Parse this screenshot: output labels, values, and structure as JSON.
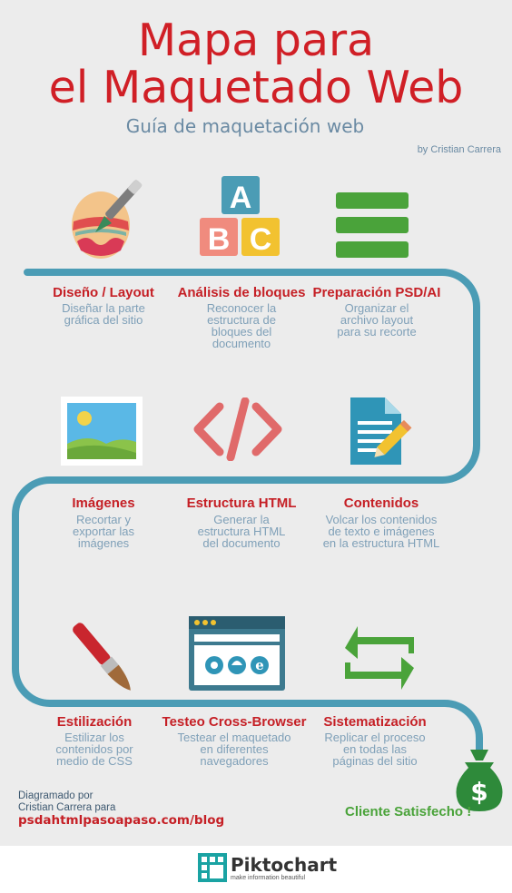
{
  "header": {
    "title_line1": "Mapa para",
    "title_line2": "el Maquetado Web",
    "subtitle": "Guía de maquetación web",
    "byline": "by Cristian Carrera"
  },
  "steps": [
    {
      "title": "Diseño / Layout",
      "desc": [
        "Diseñar la parte",
        "gráfica del sitio"
      ],
      "icon": "egg-paintbrush-icon"
    },
    {
      "title": "Análisis de bloques",
      "desc": [
        "Reconocer la",
        "estructura de",
        "bloques del",
        "documento"
      ],
      "icon": "abc-blocks-icon"
    },
    {
      "title": "Preparación PSD/AI",
      "desc": [
        "Organizar el",
        "archivo layout",
        "para su recorte"
      ],
      "icon": "layers-icon"
    },
    {
      "title": "Imágenes",
      "desc": [
        "Recortar y",
        "exportar las",
        "imágenes"
      ],
      "icon": "image-icon"
    },
    {
      "title": "Estructura HTML",
      "desc": [
        "Generar la",
        "estructura HTML",
        "del documento"
      ],
      "icon": "code-brackets-icon"
    },
    {
      "title": "Contenidos",
      "desc": [
        "Volcar los contenidos",
        "de texto e imágenes",
        "en la estructura HTML"
      ],
      "icon": "document-pencil-icon"
    },
    {
      "title": "Estilización",
      "desc": [
        "Estilizar los",
        "contenidos por",
        "medio de CSS"
      ],
      "icon": "paintbrush-icon"
    },
    {
      "title": "Testeo Cross-Browser",
      "desc": [
        "Testear el maquetado",
        "en diferentes",
        "navegadores"
      ],
      "icon": "browser-window-icon"
    },
    {
      "title": "Sistematización",
      "desc": [
        "Replicar el proceso",
        "en todas las",
        "páginas del sitio"
      ],
      "icon": "refresh-arrows-icon"
    }
  ],
  "footer": {
    "note_line1": "Diagramado por",
    "note_line2": "Cristian Carrera para",
    "link": "psdahtmlpasoapaso.com/blog",
    "cliente": "Cliente Satisfecho !",
    "money_symbol": "$",
    "brand": "Piktochart",
    "tagline": "make information beautiful"
  },
  "colors": {
    "title_red": "#d01f26",
    "path_blue": "#4b9cb5",
    "desc_blue": "#7fa0b8",
    "green": "#4aa33a"
  }
}
